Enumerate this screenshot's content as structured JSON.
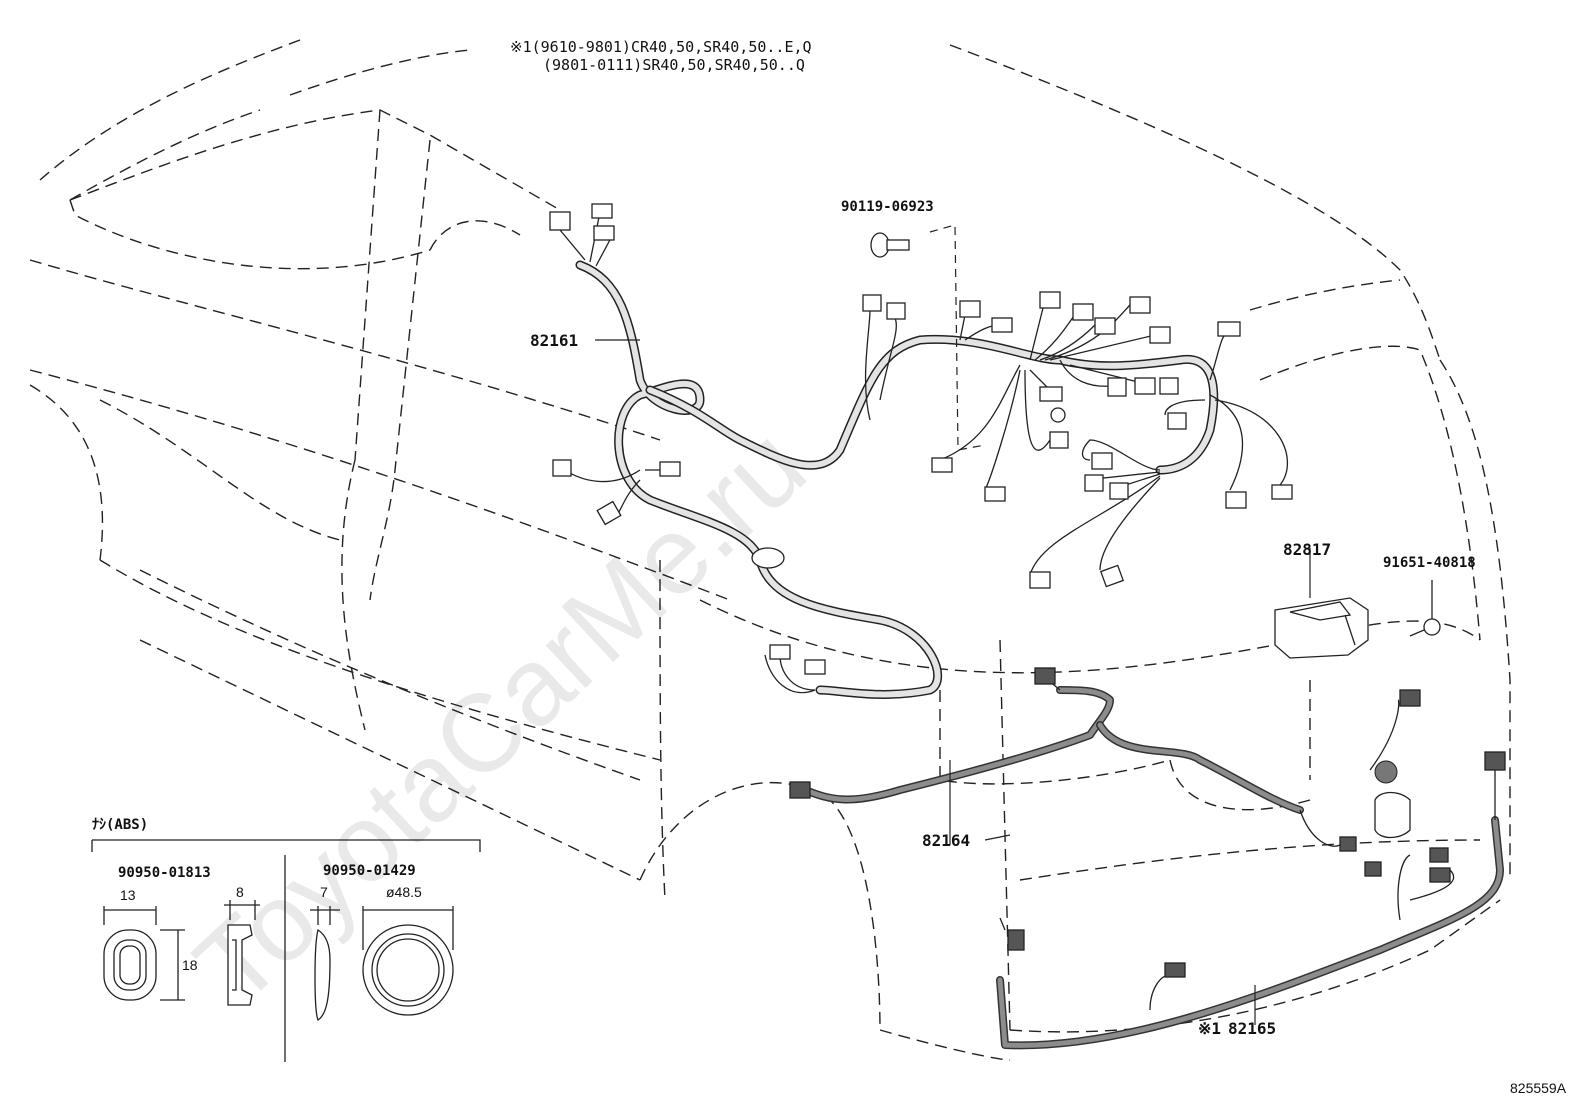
{
  "header": {
    "line1": "※1(9610-9801)CR40,50,SR40,50..E,Q",
    "line2": "(9801-0111)SR40,50,SR40,50..Q"
  },
  "watermark": "ToyotaCarMe.ru",
  "parts": {
    "p82161": "82161",
    "p90119": "90119-06923",
    "p82817": "82817",
    "p91651": "91651-40818",
    "p82164": "82164",
    "p82165_mark": "※1",
    "p82165": "82165"
  },
  "inset": {
    "title": "ﾅｼ(ABS)",
    "left_part": "90950-01813",
    "right_part": "90950-01429",
    "dim_width": "13",
    "dim_depth": "8",
    "dim_height": "18",
    "dim_thick": "7",
    "dim_diameter": "ø48.5"
  },
  "illustration_id": "825559A"
}
